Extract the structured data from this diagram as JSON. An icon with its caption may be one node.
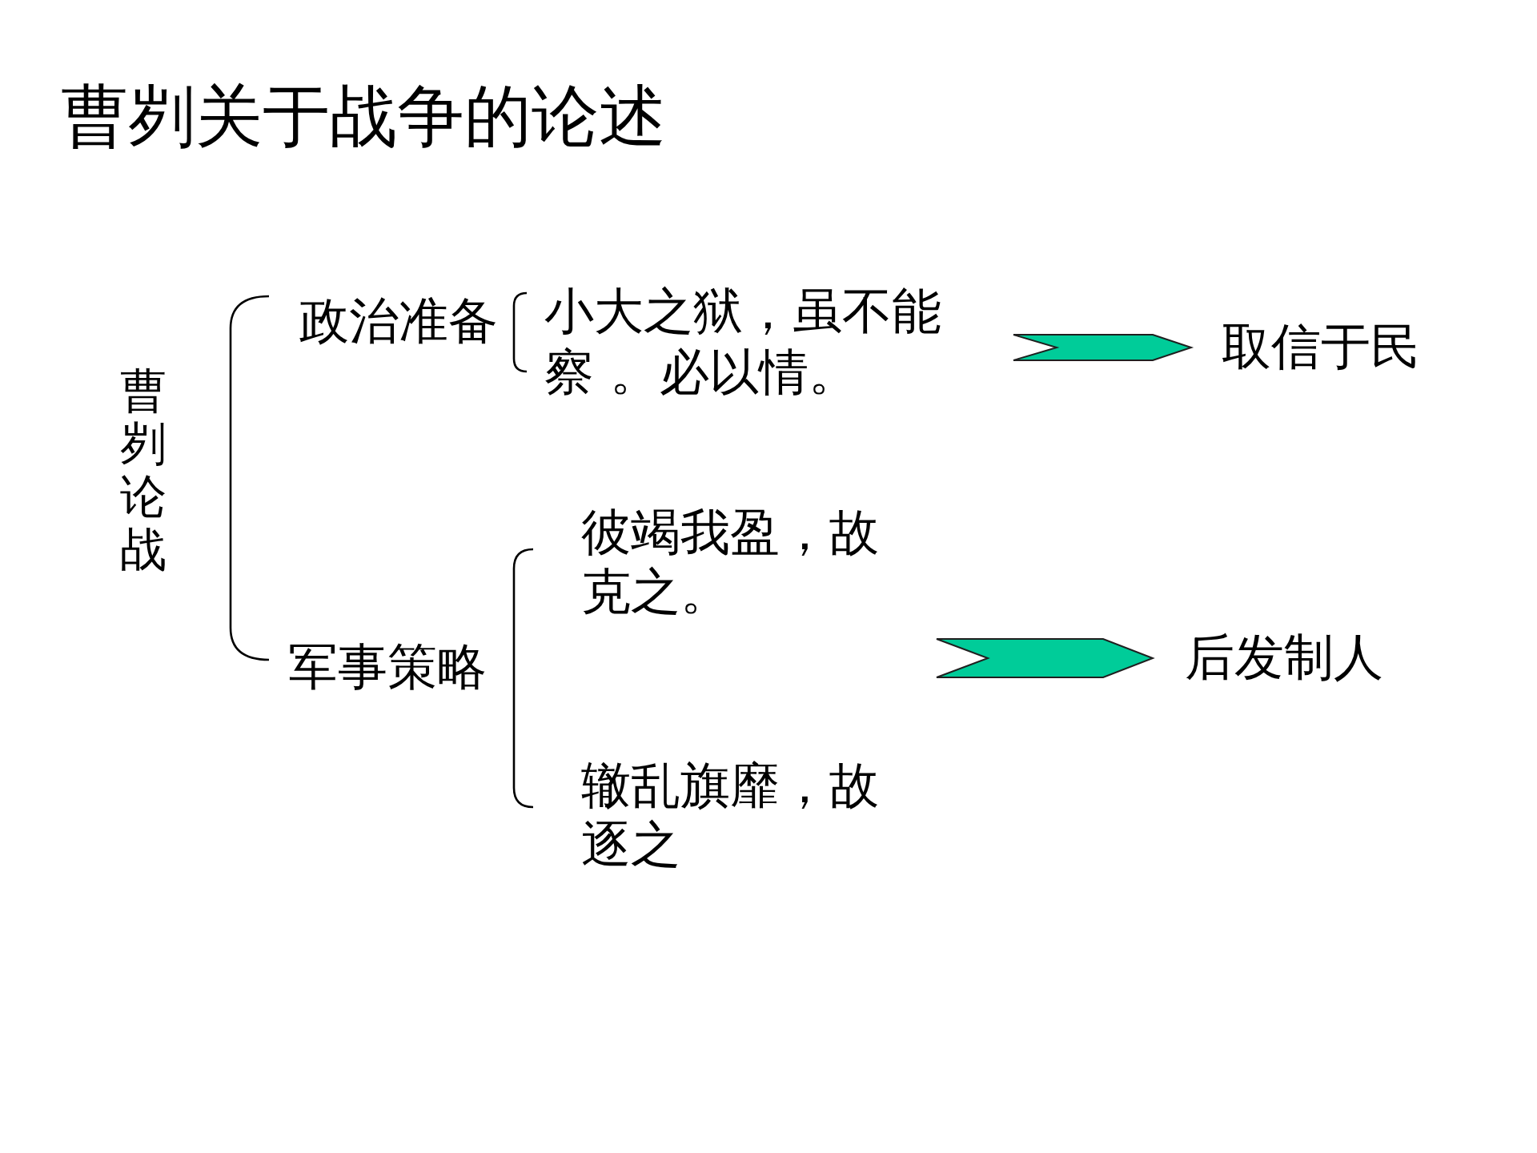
{
  "diagram": {
    "title": "曹刿关于战争的论述",
    "nodes": [
      {
        "text": [
          "曹刿论战"
        ]
      },
      {
        "text": [
          "政治准备"
        ]
      },
      {
        "text": [
          "小大之狱，虽不能察 。必以情。"
        ]
      },
      {
        "text": [
          "取信于民"
        ]
      },
      {
        "text": [
          "军事策略"
        ]
      },
      {
        "text": [
          "彼竭我盈，故克之。"
        ]
      },
      {
        "text": [
          "辙乱旗靡，故逐之"
        ]
      },
      {
        "text": [
          "后发制人"
        ]
      }
    ],
    "edges": [
      {
        "from": 2,
        "to": 3,
        "arrow": "to"
      },
      {
        "from": 5,
        "to": 7,
        "arrow": "to"
      },
      {
        "from": 6,
        "to": 7,
        "arrow": "to"
      }
    ]
  }
}
